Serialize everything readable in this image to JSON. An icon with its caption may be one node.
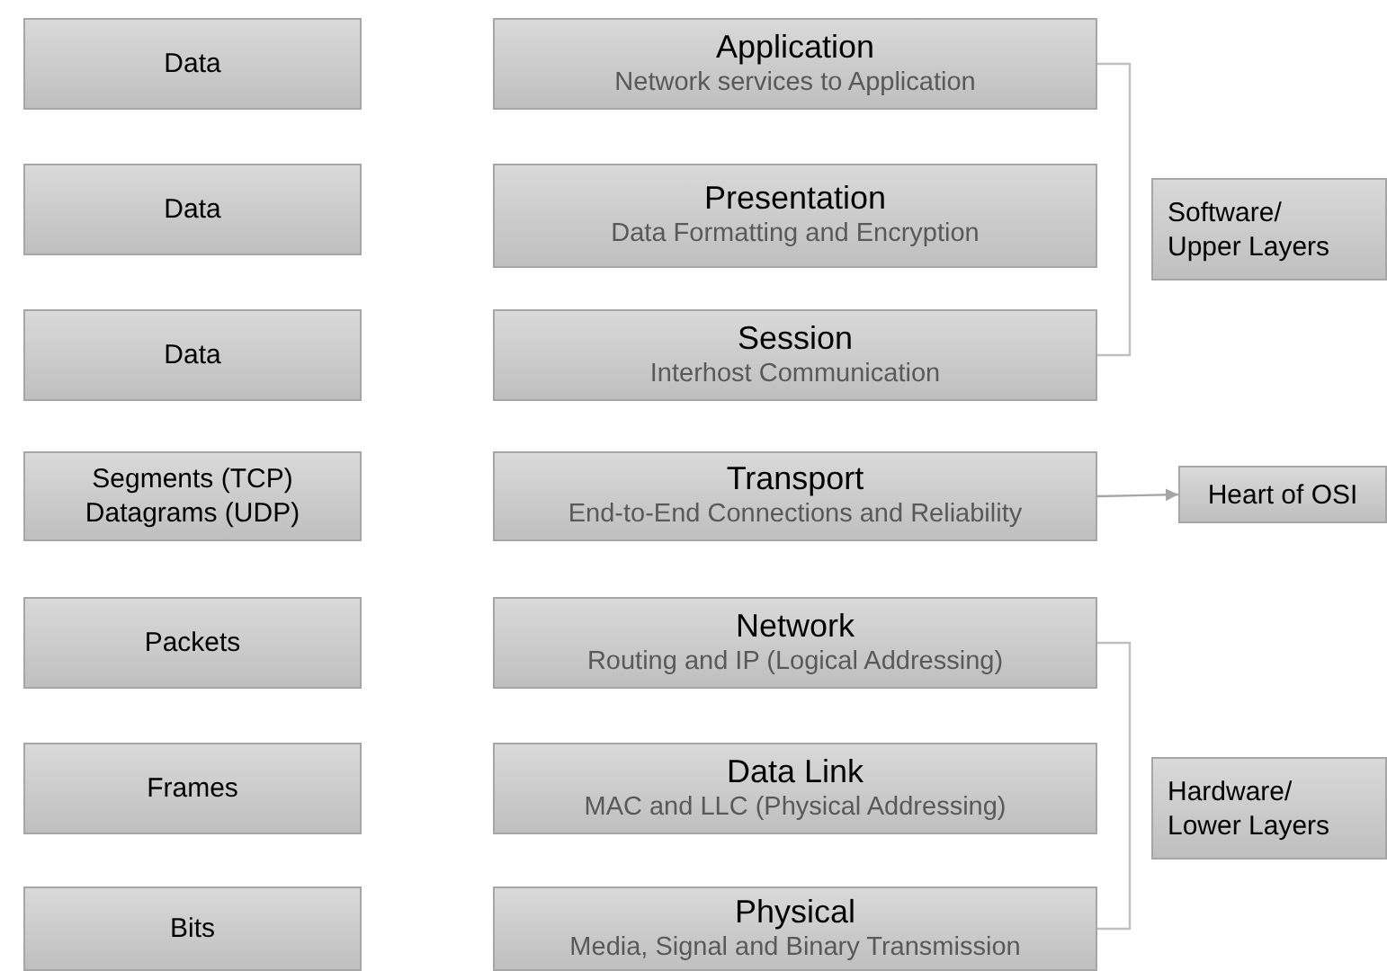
{
  "diagram": {
    "nodes": [
      {
        "text": [
          "Data"
        ]
      },
      {
        "text": [
          "Data"
        ]
      },
      {
        "text": [
          "Data"
        ]
      },
      {
        "text": [
          "Segments (TCP) Datagrams (UDP)"
        ]
      },
      {
        "text": [
          "Packets"
        ]
      },
      {
        "text": [
          "Frames"
        ]
      },
      {
        "text": [
          "Bits"
        ]
      },
      {
        "text": [
          "Application",
          "Network services to Application"
        ]
      },
      {
        "text": [
          "Presentation",
          "Data Formatting and Encryption"
        ]
      },
      {
        "text": [
          "Session",
          "Interhost Communication"
        ]
      },
      {
        "text": [
          "Transport",
          "End-to-End Connections and Reliability"
        ]
      },
      {
        "text": [
          "Network",
          "Routing and IP (Logical Addressing)"
        ]
      },
      {
        "text": [
          "Data Link",
          "MAC and LLC (Physical Addressing)"
        ]
      },
      {
        "text": [
          "Physical",
          "Media, Signal and Binary Transmission"
        ]
      },
      {
        "text": [
          "Software/ Upper Layers"
        ]
      },
      {
        "text": [
          "Heart of OSI"
        ]
      },
      {
        "text": [
          "Hardware/ Lower Layers"
        ]
      }
    ],
    "edges": [
      {
        "from": 7,
        "to": 9,
        "arrow": "none"
      },
      {
        "from": 10,
        "to": 15,
        "arrow": "to"
      },
      {
        "from": 11,
        "to": 13,
        "arrow": "none"
      }
    ]
  }
}
